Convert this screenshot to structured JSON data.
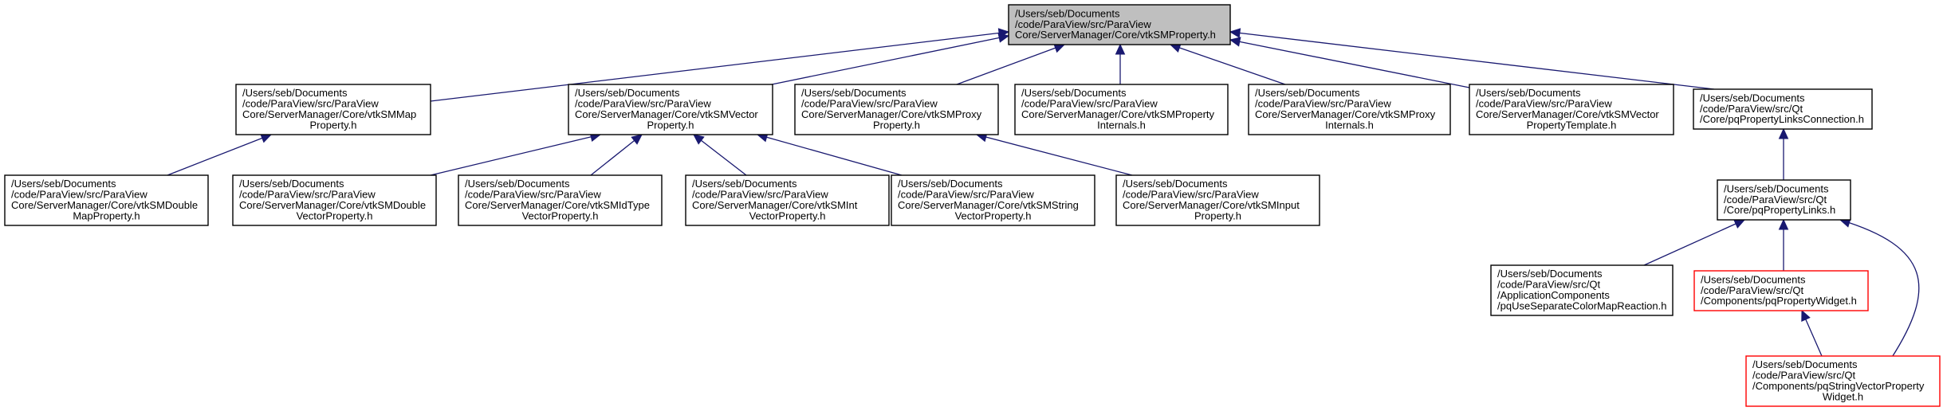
{
  "colors": {
    "edge": "#191970",
    "root_fill": "#bfbfbf",
    "normal_border": "#000000",
    "highlight_border": "#ff0000",
    "node_fill": "#ffffff"
  },
  "nodes": [
    {
      "id": "root",
      "lines": [
        "/Users/seb/Documents",
        "/code/ParaView/src/ParaView",
        "Core/ServerManager/Core/vtkSMProperty.h"
      ],
      "style": "root"
    },
    {
      "id": "map",
      "lines": [
        "/Users/seb/Documents",
        "/code/ParaView/src/ParaView",
        "Core/ServerManager/Core/vtkSMMap",
        "Property.h"
      ],
      "style": "normal"
    },
    {
      "id": "vector",
      "lines": [
        "/Users/seb/Documents",
        "/code/ParaView/src/ParaView",
        "Core/ServerManager/Core/vtkSMVector",
        "Property.h"
      ],
      "style": "normal"
    },
    {
      "id": "proxy",
      "lines": [
        "/Users/seb/Documents",
        "/code/ParaView/src/ParaView",
        "Core/ServerManager/Core/vtkSMProxy",
        "Property.h"
      ],
      "style": "normal"
    },
    {
      "id": "propinternals",
      "lines": [
        "/Users/seb/Documents",
        "/code/ParaView/src/ParaView",
        "Core/ServerManager/Core/vtkSMProperty",
        "Internals.h"
      ],
      "style": "normal"
    },
    {
      "id": "proxyinternals",
      "lines": [
        "/Users/seb/Documents",
        "/code/ParaView/src/ParaView",
        "Core/ServerManager/Core/vtkSMProxy",
        "Internals.h"
      ],
      "style": "normal"
    },
    {
      "id": "vectortemplate",
      "lines": [
        "/Users/seb/Documents",
        "/code/ParaView/src/ParaView",
        "Core/ServerManager/Core/vtkSMVector",
        "PropertyTemplate.h"
      ],
      "style": "normal"
    },
    {
      "id": "linksconn",
      "lines": [
        "/Users/seb/Documents",
        "/code/ParaView/src/Qt",
        "/Core/pqPropertyLinksConnection.h"
      ],
      "style": "normal"
    },
    {
      "id": "doublemap",
      "lines": [
        "/Users/seb/Documents",
        "/code/ParaView/src/ParaView",
        "Core/ServerManager/Core/vtkSMDouble",
        "MapProperty.h"
      ],
      "style": "normal"
    },
    {
      "id": "doublevector",
      "lines": [
        "/Users/seb/Documents",
        "/code/ParaView/src/ParaView",
        "Core/ServerManager/Core/vtkSMDouble",
        "VectorProperty.h"
      ],
      "style": "normal"
    },
    {
      "id": "idtype",
      "lines": [
        "/Users/seb/Documents",
        "/code/ParaView/src/ParaView",
        "Core/ServerManager/Core/vtkSMIdType",
        "VectorProperty.h"
      ],
      "style": "normal"
    },
    {
      "id": "intvector",
      "lines": [
        "/Users/seb/Documents",
        "/code/ParaView/src/ParaView",
        "Core/ServerManager/Core/vtkSMInt",
        "VectorProperty.h"
      ],
      "style": "normal"
    },
    {
      "id": "stringvector",
      "lines": [
        "/Users/seb/Documents",
        "/code/ParaView/src/ParaView",
        "Core/ServerManager/Core/vtkSMString",
        "VectorProperty.h"
      ],
      "style": "normal"
    },
    {
      "id": "input",
      "lines": [
        "/Users/seb/Documents",
        "/code/ParaView/src/ParaView",
        "Core/ServerManager/Core/vtkSMInput",
        "Property.h"
      ],
      "style": "normal"
    },
    {
      "id": "links",
      "lines": [
        "/Users/seb/Documents",
        "/code/ParaView/src/Qt",
        "/Core/pqPropertyLinks.h"
      ],
      "style": "normal"
    },
    {
      "id": "separatecolor",
      "lines": [
        "/Users/seb/Documents",
        "/code/ParaView/src/Qt",
        "/ApplicationComponents",
        "/pqUseSeparateColorMapReaction.h"
      ],
      "style": "normal"
    },
    {
      "id": "propwidget",
      "lines": [
        "/Users/seb/Documents",
        "/code/ParaView/src/Qt",
        "/Components/pqPropertyWidget.h"
      ],
      "style": "highlight"
    },
    {
      "id": "stringvecwidget",
      "lines": [
        "/Users/seb/Documents",
        "/code/ParaView/src/Qt",
        "/Components/pqStringVectorProperty",
        "Widget.h"
      ],
      "style": "highlight"
    }
  ],
  "edges": [
    {
      "from": "map",
      "to": "root"
    },
    {
      "from": "vector",
      "to": "root"
    },
    {
      "from": "proxy",
      "to": "root"
    },
    {
      "from": "propinternals",
      "to": "root"
    },
    {
      "from": "proxyinternals",
      "to": "root"
    },
    {
      "from": "vectortemplate",
      "to": "root"
    },
    {
      "from": "linksconn",
      "to": "root"
    },
    {
      "from": "doublemap",
      "to": "map"
    },
    {
      "from": "doublevector",
      "to": "vector"
    },
    {
      "from": "idtype",
      "to": "vector"
    },
    {
      "from": "intvector",
      "to": "vector"
    },
    {
      "from": "stringvector",
      "to": "vector"
    },
    {
      "from": "input",
      "to": "proxy"
    },
    {
      "from": "links",
      "to": "linksconn"
    },
    {
      "from": "separatecolor",
      "to": "links"
    },
    {
      "from": "propwidget",
      "to": "links"
    },
    {
      "from": "stringvecwidget",
      "to": "links"
    },
    {
      "from": "stringvecwidget",
      "to": "propwidget"
    }
  ]
}
